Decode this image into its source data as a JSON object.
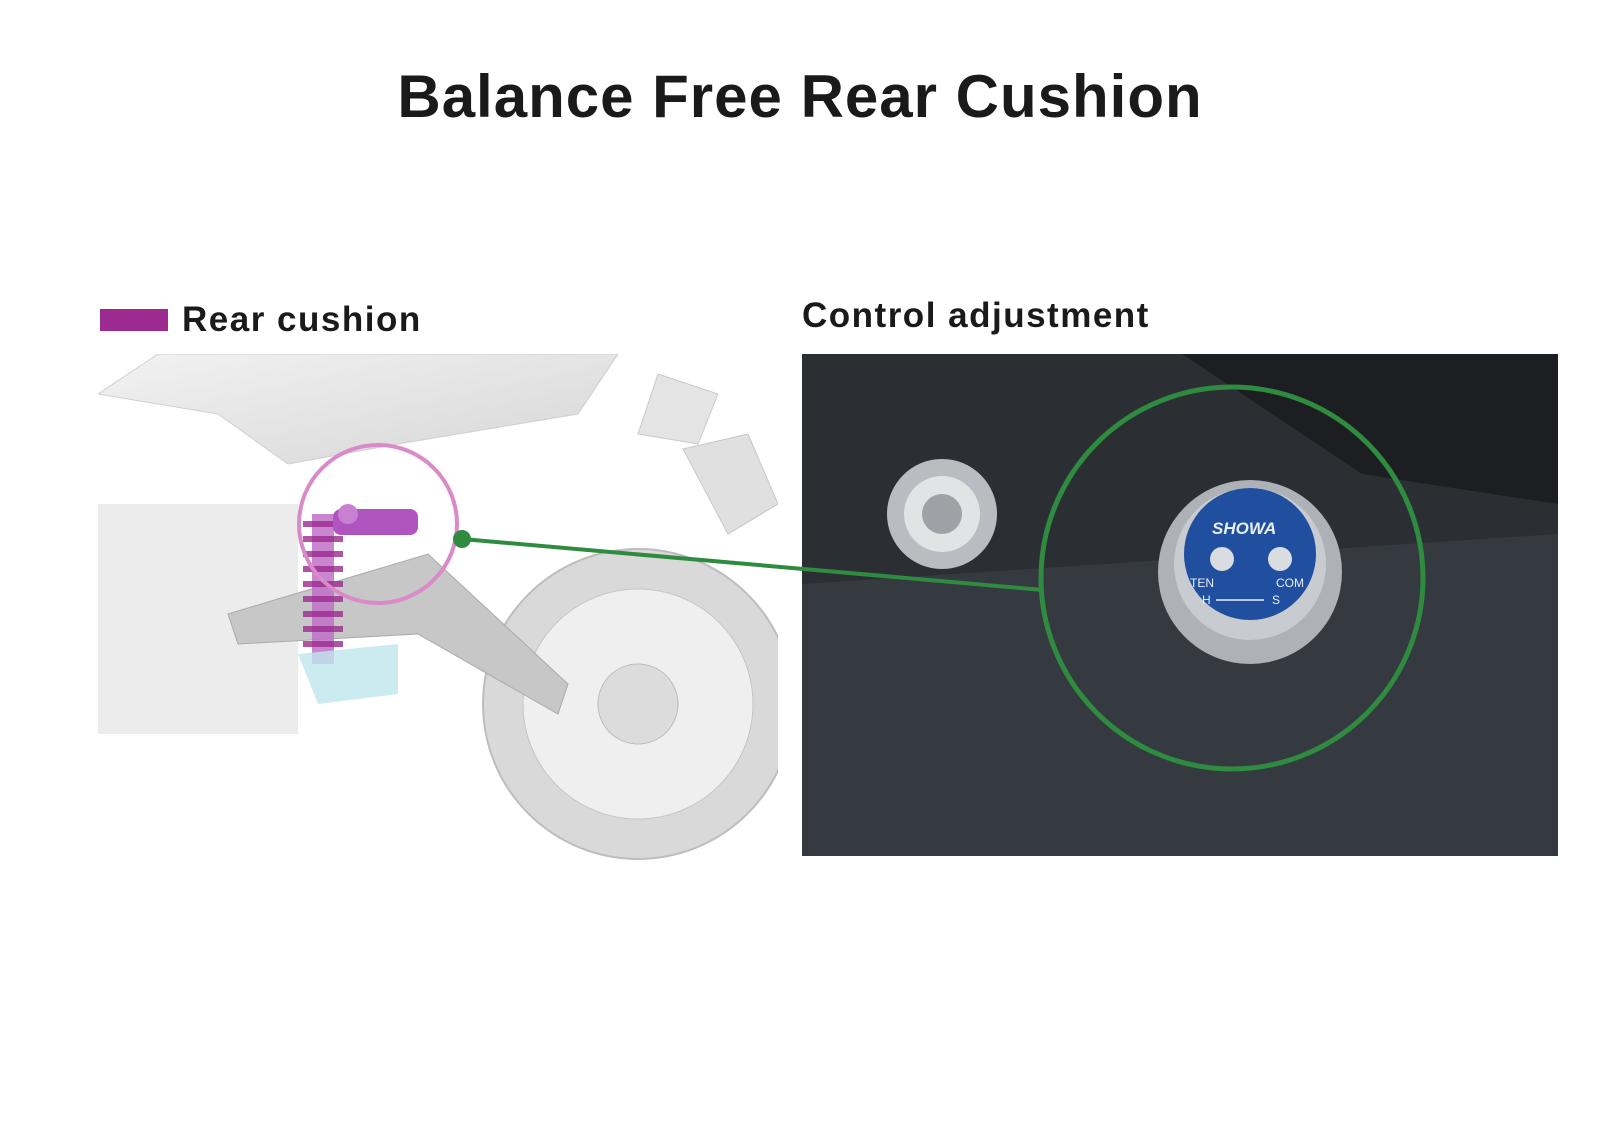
{
  "title": "Balance Free Rear Cushion",
  "legend": {
    "label": "Rear cushion",
    "color": "#9b2b8e"
  },
  "photo_heading": "Control adjustment",
  "adjuster_cap": {
    "brand": "SHOWA",
    "left_label": "TEN",
    "right_label": "COM",
    "bottom_left": "H",
    "bottom_right": "S",
    "cap_color": "#1f4f9e"
  },
  "colors": {
    "callout": "#2e8b40",
    "highlight_ring": "#d98ac8"
  }
}
